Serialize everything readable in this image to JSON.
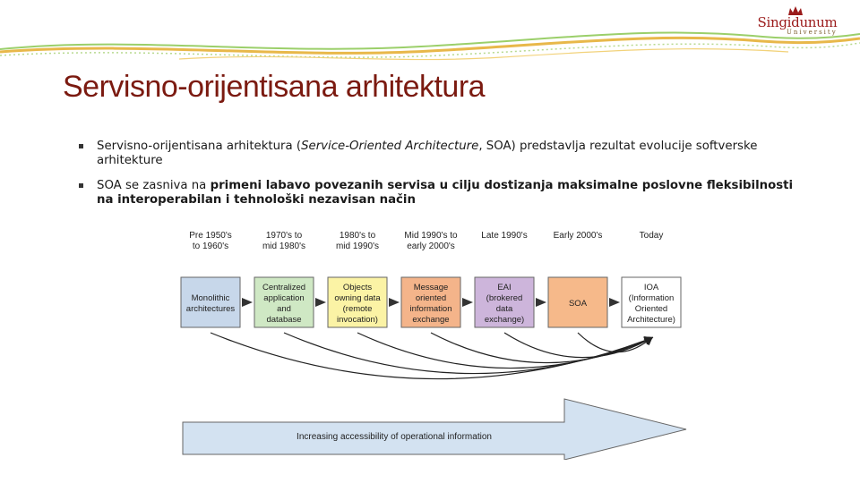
{
  "logo": {
    "name": "Singidunum",
    "sub": "University"
  },
  "title": "Servisno-orijentisana arhitektura",
  "bullets": [
    {
      "before": "Servisno-orijentisana arhitektura (",
      "italic": "Service-Oriented Architecture",
      "after": ", SOA) predstavlja rezultat evolucije softverske arhitekture"
    },
    {
      "before": "SOA se zasniva na ",
      "bold": "primeni labavo povezanih servisa u cilju dostizanja maksimalne poslovne fleksibilnosti na interoperabilan i tehnološki nezavisan način"
    }
  ],
  "diagram": {
    "eras": [
      [
        "Pre 1950's",
        "to 1960's"
      ],
      [
        "1970's to",
        "mid 1980's"
      ],
      [
        "1980's to",
        "mid 1990's"
      ],
      [
        "Mid 1990's to",
        "early 2000's"
      ],
      [
        "Late 1990's"
      ],
      [
        "Early 2000's"
      ],
      [
        "Today"
      ]
    ],
    "stages": [
      {
        "lines": [
          "Monolithic",
          "architectures"
        ],
        "fill": "#c7d7ea"
      },
      {
        "lines": [
          "Centralized",
          "application",
          "and",
          "database"
        ],
        "fill": "#cfe8c4"
      },
      {
        "lines": [
          "Objects",
          "owning data",
          "(remote",
          "invocation)"
        ],
        "fill": "#fbf3a5"
      },
      {
        "lines": [
          "Message",
          "oriented",
          "information",
          "exchange"
        ],
        "fill": "#f4b48a"
      },
      {
        "lines": [
          "EAI",
          "(brokered",
          "data",
          "exchange)"
        ],
        "fill": "#cdb5db"
      },
      {
        "lines": [
          "SOA"
        ],
        "fill": "#f6b98a"
      },
      {
        "lines": [
          "IOA",
          "(Information",
          "Oriented",
          "Architecture)"
        ],
        "fill": "#ffffff"
      }
    ],
    "arrow_label": "Increasing accessibility of operational information",
    "colors": {
      "arrow_fill": "#d3e2f1",
      "connector": "#222222"
    }
  }
}
